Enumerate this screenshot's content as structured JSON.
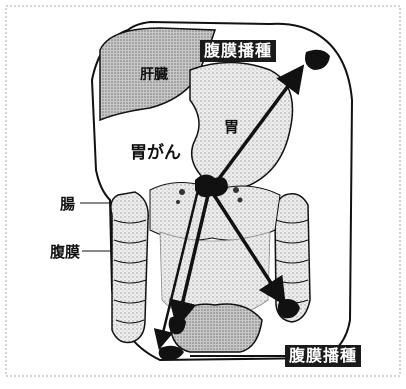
{
  "labels": {
    "peritoneal_dissemination_top": "腹膜播種",
    "peritoneal_dissemination_bottom": "腹膜播種",
    "liver": "肝臓",
    "stomach": "胃",
    "gastric_cancer": "胃がん",
    "intestine": "腸",
    "peritoneum": "腹膜"
  },
  "colors": {
    "arrow": "#111111",
    "label_box_bg": "#1a1a1a",
    "label_box_text": "#ffffff",
    "liver_fill": "#bdbdbd",
    "organ_fill": "#e6e6e6"
  }
}
